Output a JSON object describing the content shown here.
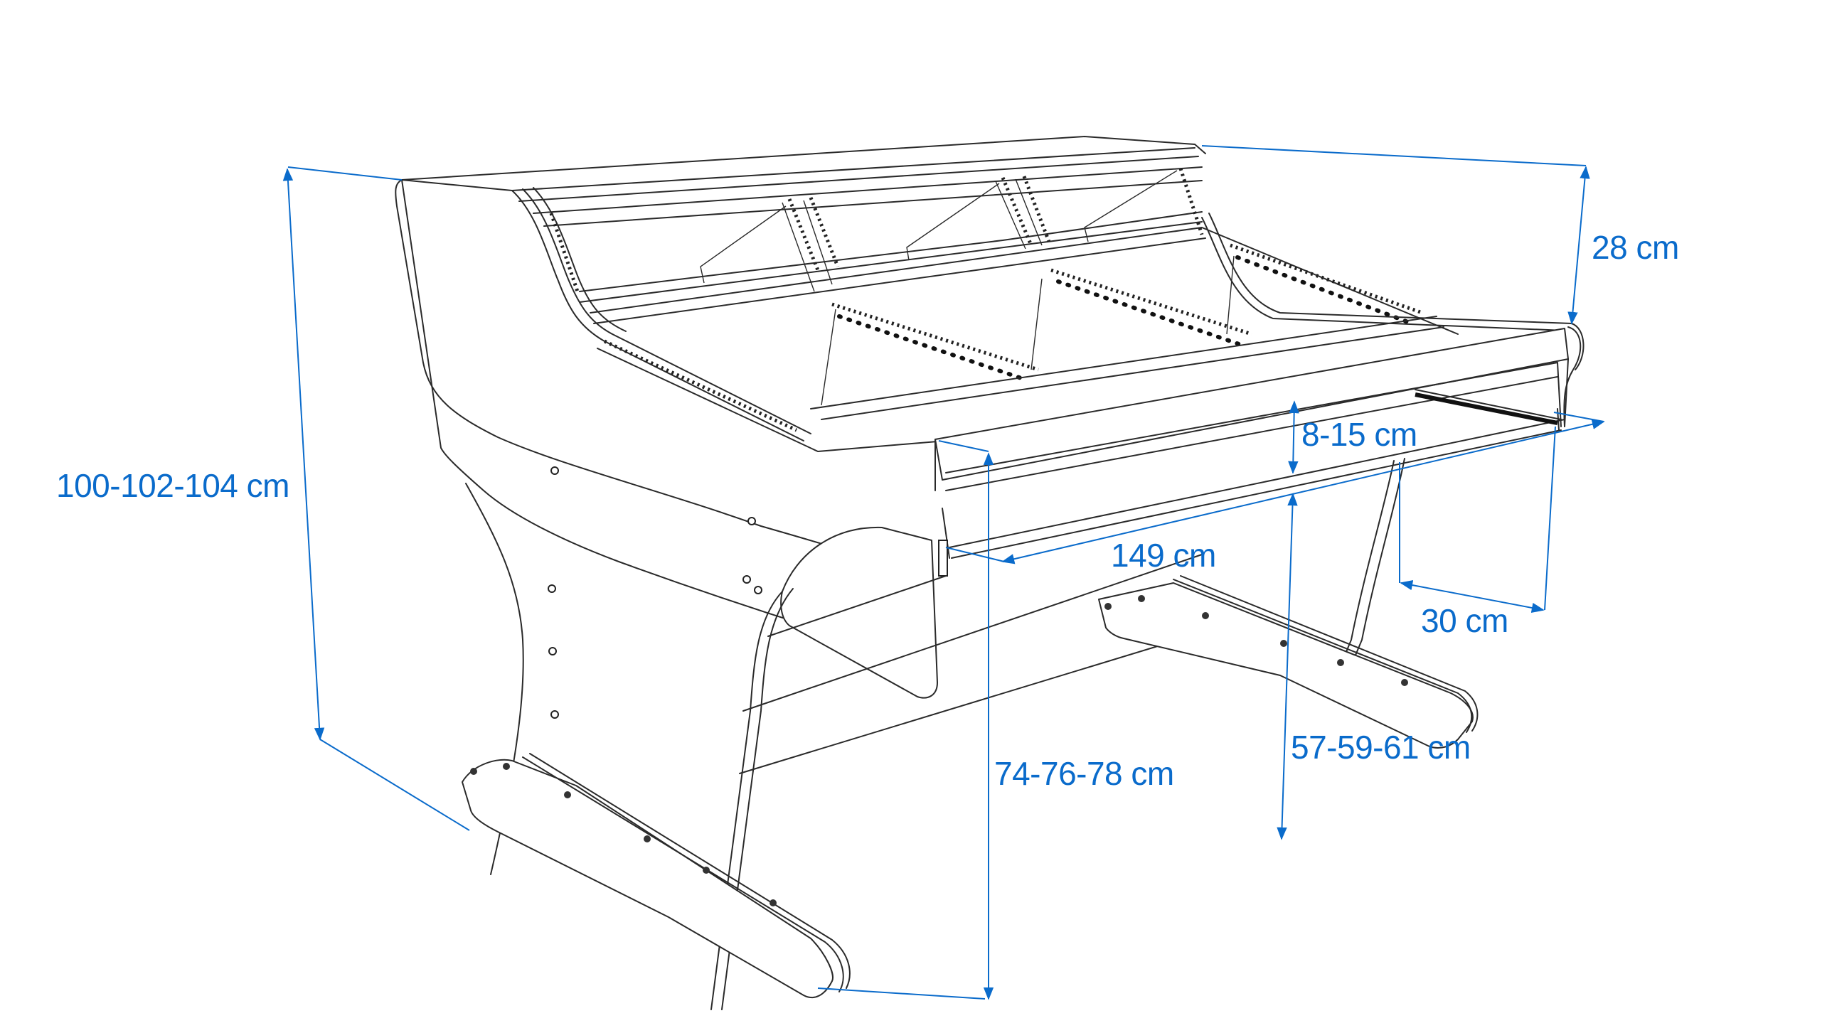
{
  "diagram": {
    "subject": "Studio desk with rack bays",
    "dimension_color": "#0A6BCB",
    "line_color": "#2A2A2A",
    "background": "#FFFFFF",
    "dimensions": {
      "overall_height": "100-102-104 cm",
      "rack_height": "28 cm",
      "keyboard_tray_gap": "8-15 cm",
      "width": "149 cm",
      "tray_depth": "30 cm",
      "desk_height": "74-76-78 cm",
      "tray_height": "57-59-61 cm"
    }
  }
}
